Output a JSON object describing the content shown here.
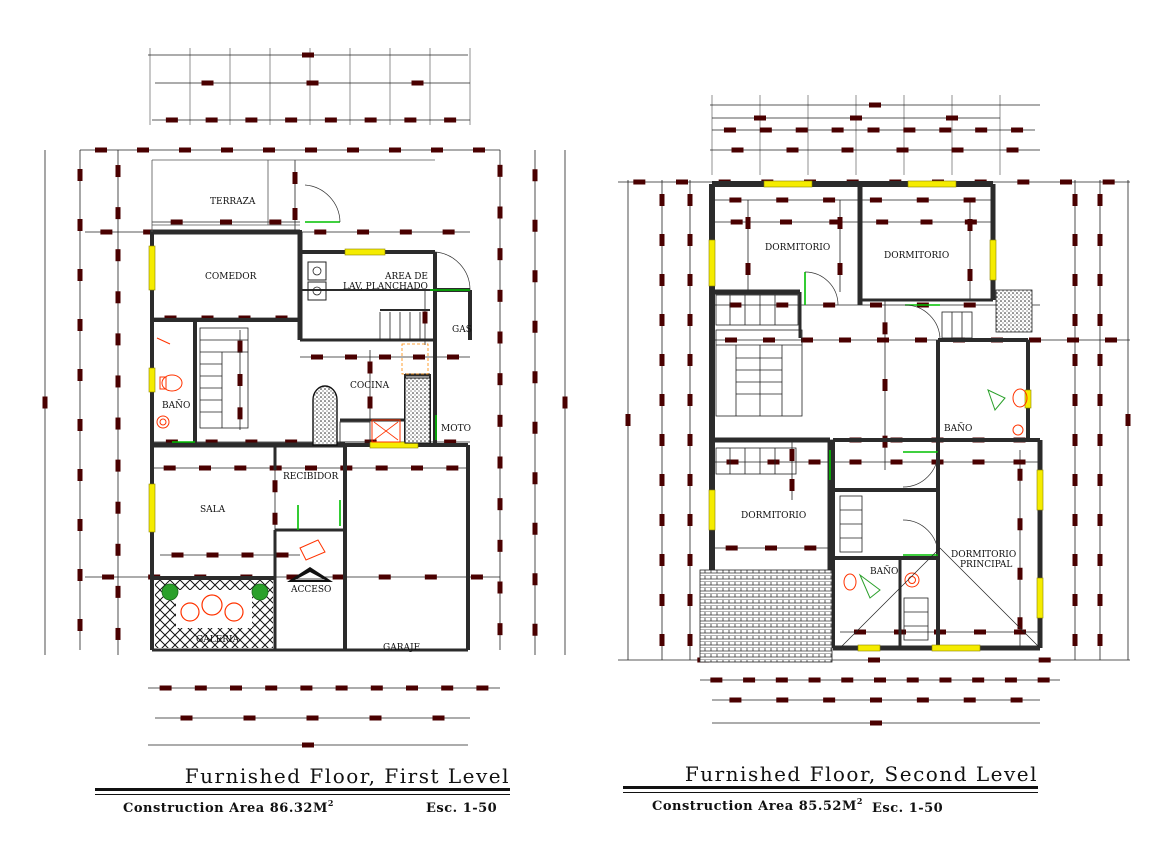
{
  "plans": [
    {
      "id": "first",
      "title": "Furnished Floor, First Level",
      "area_label": "Construction Area 86.32M",
      "area_superscript": "2",
      "scale": "Esc. 1-50",
      "rooms": {
        "terraza": "TERRAZA",
        "comedor": "COMEDOR",
        "area_de": "AREA DE",
        "lav_planchado": "LAV. PLANCHADO",
        "gas": "GAS",
        "cocina": "COCINA",
        "bano": "BAÑO",
        "moto": "MOTO",
        "recibidor": "RECIBIDOR",
        "sala": "SALA",
        "acceso": "ACCESO",
        "galeria": "GALERIA",
        "garaje": "GARAJE"
      }
    },
    {
      "id": "second",
      "title": "Furnished Floor, Second Level",
      "area_label": "Construction Area 85.52M",
      "area_superscript": "2",
      "scale": "Esc. 1-50",
      "rooms": {
        "dormitorio_1": "DORMITORIO",
        "dormitorio_2": "DORMITORIO",
        "dormitorio_3": "DORMITORIO",
        "bano_1": "BAÑO",
        "bano_2": "BAÑO",
        "dormitorio_principal_1": "DORMITORIO",
        "dormitorio_principal_2": "PRINCIPAL"
      }
    }
  ],
  "colors": {
    "wall": "#2b2b2b",
    "window": "#f5ec00",
    "door_green": "#00c000",
    "dimension_mark": "#4a0000",
    "furniture": "#ff3300",
    "plant": "#2aa02a"
  }
}
